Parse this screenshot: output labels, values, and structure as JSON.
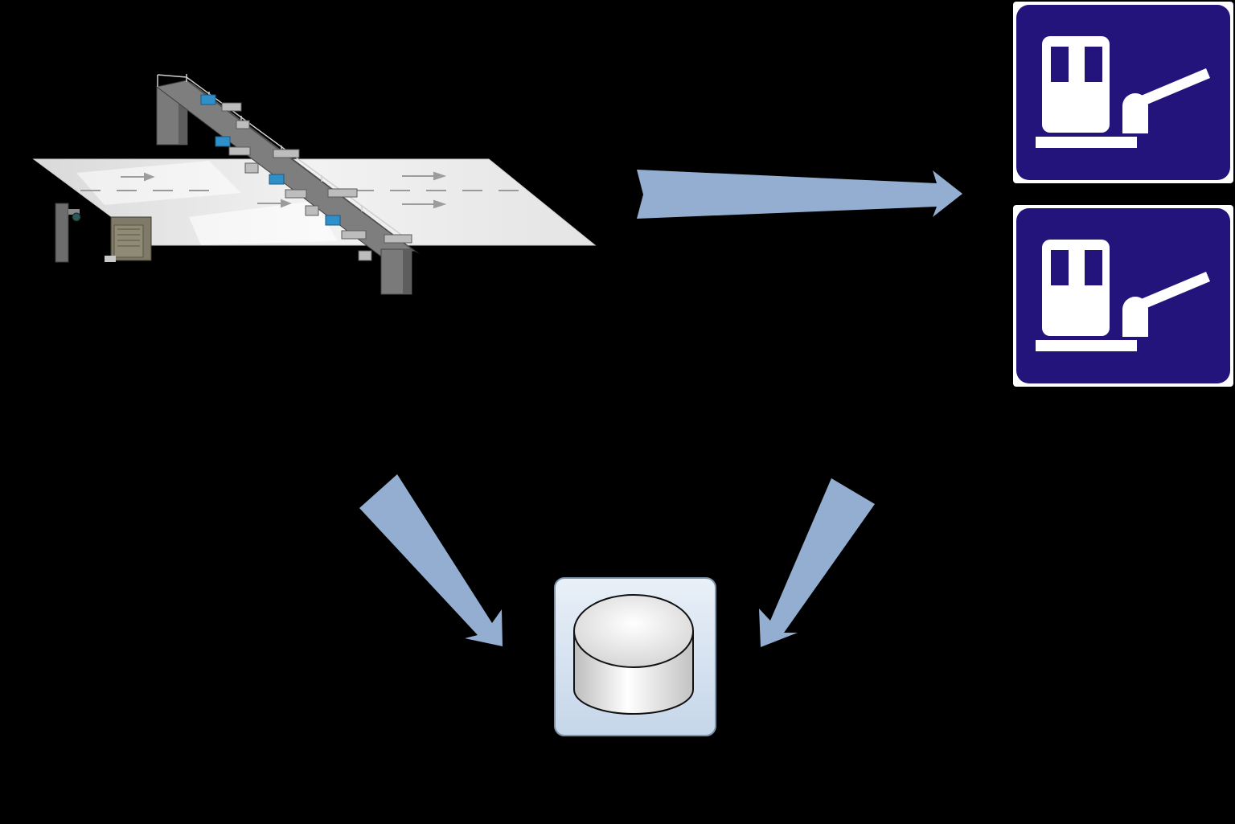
{
  "diagram": {
    "background": "#000000",
    "nodes": [
      {
        "id": "toll-gantry",
        "icon": "toll-gantry-illustration"
      },
      {
        "id": "toll-booth-sign-1",
        "icon": "toll-booth-barrier-icon"
      },
      {
        "id": "toll-booth-sign-2",
        "icon": "toll-booth-barrier-icon"
      },
      {
        "id": "database",
        "icon": "database-cylinder-icon"
      }
    ],
    "edges": [
      {
        "from": "toll-gantry",
        "to": "toll-booth-sign-1",
        "icon": "arrow-right-icon"
      },
      {
        "from": "toll-gantry",
        "to": "database",
        "icon": "arrow-down-right-icon"
      },
      {
        "from": "toll-booth-sign-2",
        "to": "database",
        "icon": "arrow-down-left-icon"
      }
    ],
    "colors": {
      "arrow": "#94AED1",
      "sign_blue": "#22147A",
      "sign_white": "#FFFFFF",
      "road_surface": "#EBEBEB",
      "gantry_gray": "#6E6E6E",
      "camera_blue": "#2F8FC8",
      "db_panel": "#D6E2EF",
      "db_cylinder": "#E8E8E8"
    }
  }
}
